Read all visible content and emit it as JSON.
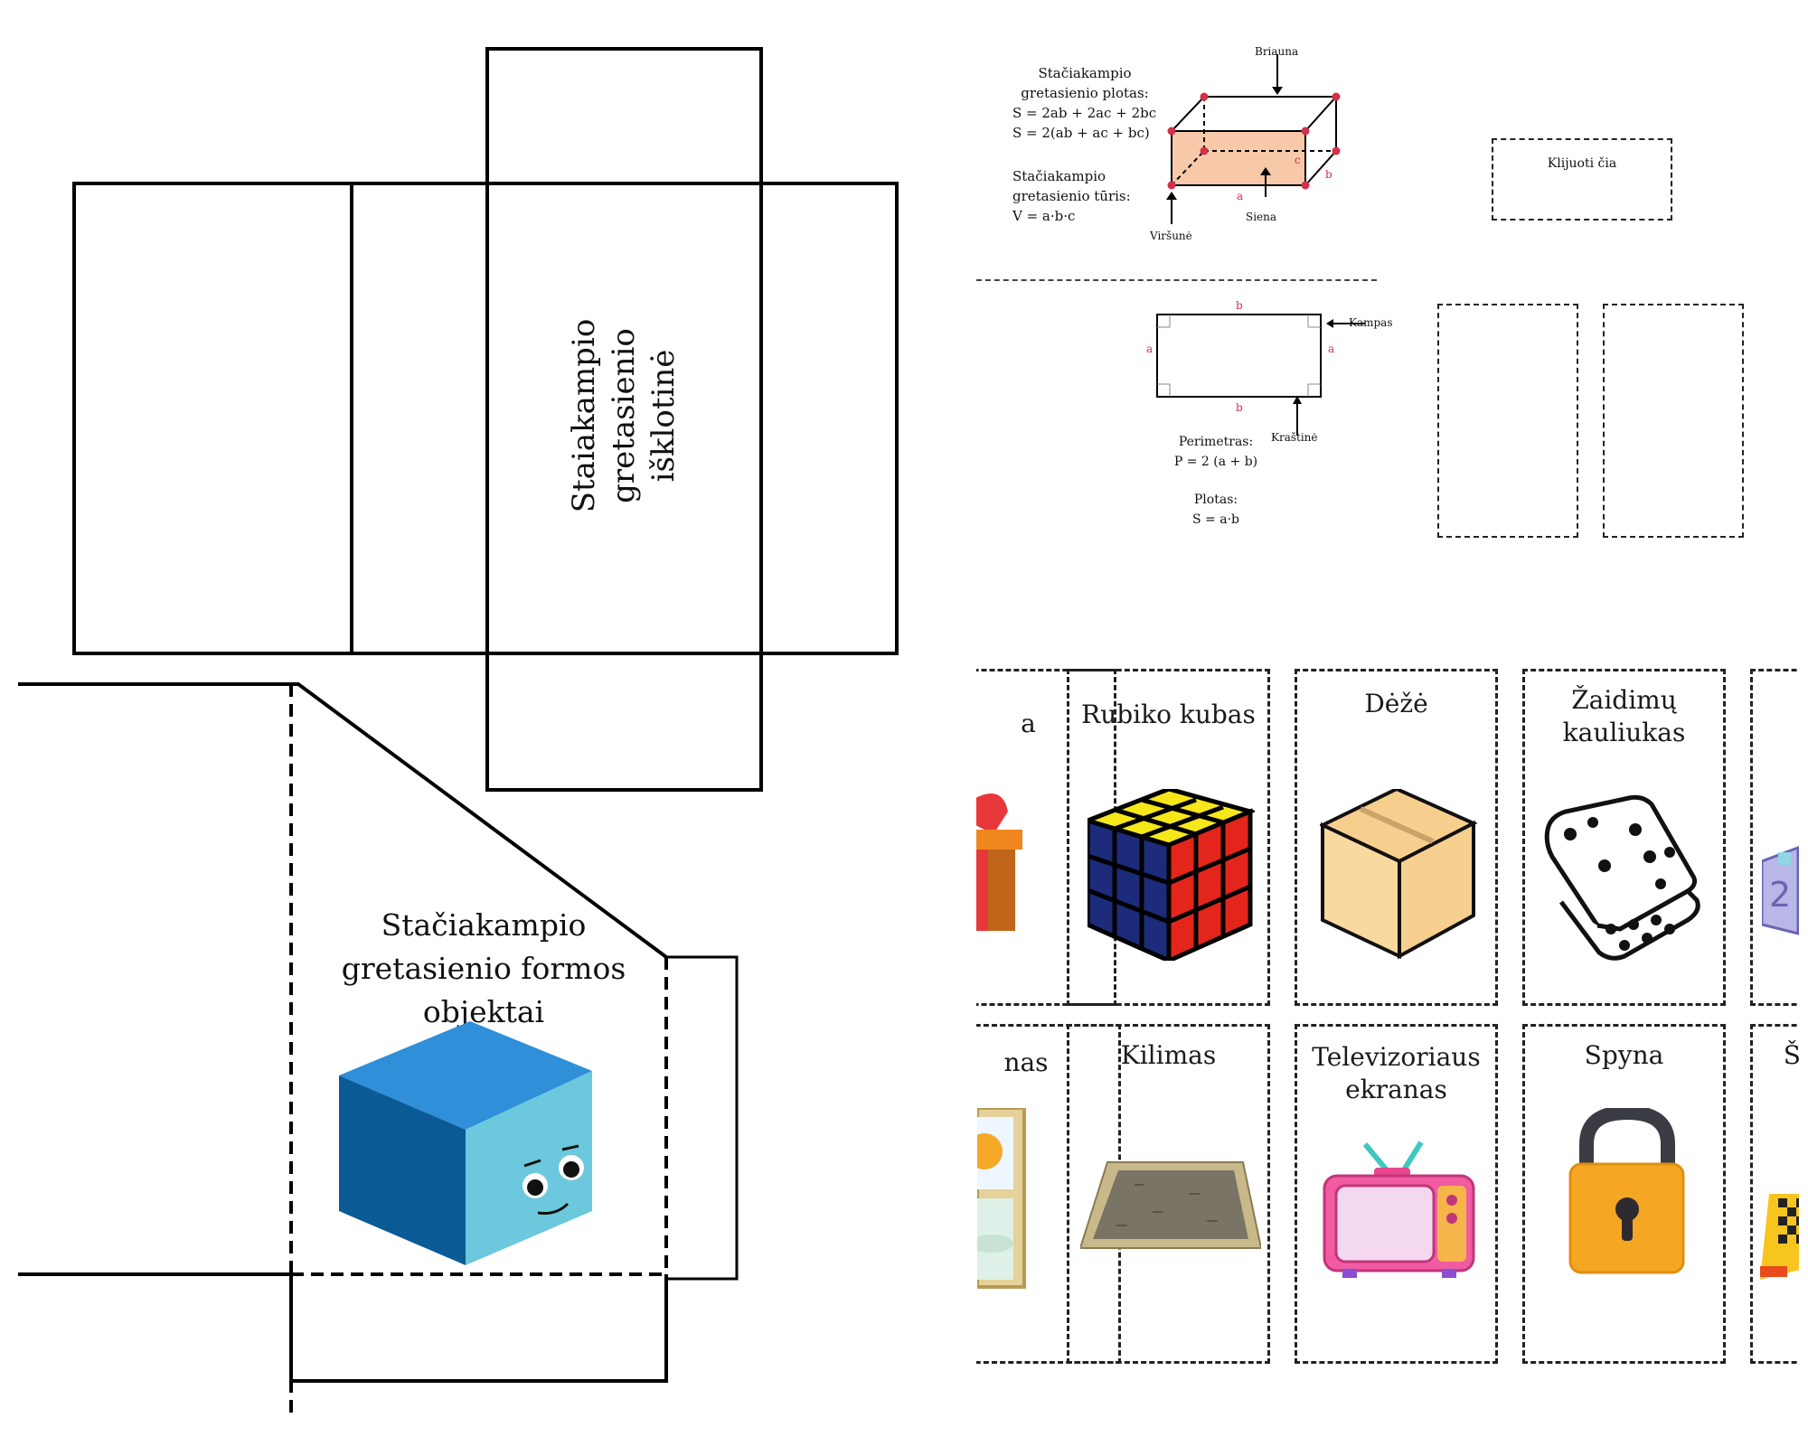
{
  "net": {
    "label_line1": "Staiakampio",
    "label_line2": "gretasienio",
    "label_line3": "išklotinė"
  },
  "pocket": {
    "title_line1": "Stačiakampio",
    "title_line2": "gretasienio formos",
    "title_line3": "objektai"
  },
  "formulas": {
    "area_title1": "Stačiakampio",
    "area_title2": "gretasienio plotas:",
    "area_f1": "S = 2ab + 2ac + 2bc",
    "area_f2": "S = 2(ab + ac + bc)",
    "vol_title1": "Stačiakampio",
    "vol_title2": "gretasienio tūris:",
    "vol_f": "V = a·b·c"
  },
  "box_diagram": {
    "edge": "Briauna",
    "face": "Siena",
    "vertex": "Viršunė",
    "a": "a",
    "b": "b",
    "c": "c"
  },
  "glue_label": "Klijuoti čia",
  "rect_diagram": {
    "corner": "Kampas",
    "side": "Kraštinė",
    "a": "a",
    "b": "b",
    "perimeter_title": "Perimetras:",
    "perimeter_f": "P = 2 (a + b)",
    "area_title": "Plotas:",
    "area_f": "S = a·b"
  },
  "cards_row1": [
    {
      "title": "a",
      "icon": "gift-box-icon"
    },
    {
      "title": "Rubiko kubas",
      "icon": "rubiks-cube-icon"
    },
    {
      "title": "Dėžė",
      "icon": "cardboard-box-icon"
    },
    {
      "title": "Žaidimų\nkauliukas",
      "icon": "dice-icon"
    },
    {
      "title": "",
      "icon": "toy-block-icon"
    }
  ],
  "cards_row2": [
    {
      "title": "nas",
      "icon": "window-icon"
    },
    {
      "title": "Kilimas",
      "icon": "rug-icon"
    },
    {
      "title": "Televizoriaus\nekranas",
      "icon": "tv-icon"
    },
    {
      "title": "Spyna",
      "icon": "padlock-icon"
    },
    {
      "title": "Šac",
      "icon": "chessboard-icon"
    }
  ]
}
